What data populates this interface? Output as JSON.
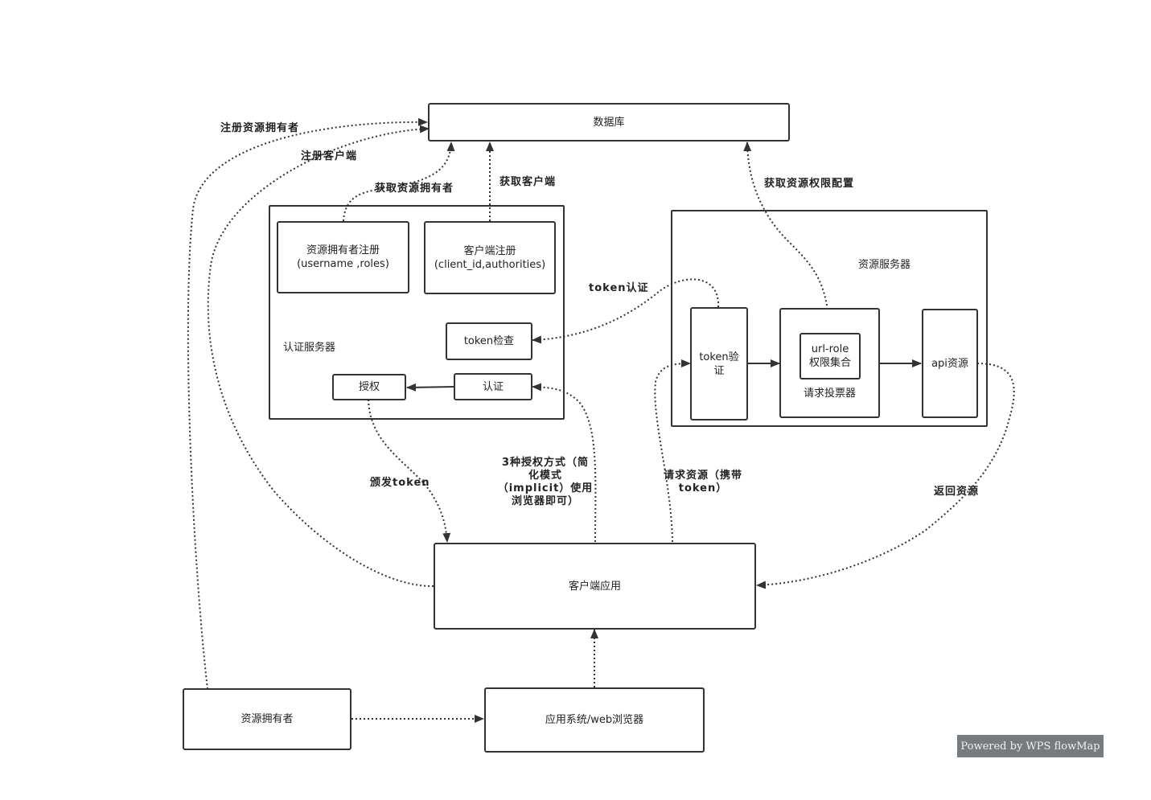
{
  "nodes": {
    "database": "数据库",
    "owner_register": "资源拥有者注册\n(username  ,roles)",
    "client_register": "客户端注册\n(client_id,authorities)",
    "auth_server": "认证服务器",
    "token_check": "token检查",
    "grant": "授权",
    "authenticate": "认证",
    "resource_server": "资源服务器",
    "token_verify": "token验\n证",
    "url_role": "url-role\n权限集合",
    "vote_manager": "请求投票器",
    "api_resource": "api资源",
    "client_app": "客户端应用",
    "resource_owner": "资源拥有者",
    "browser": "应用系统/web浏览器"
  },
  "edge_labels": {
    "register_owner": "注册资源拥有者",
    "register_client": "注册客户端",
    "get_owner": "获取资源拥有者",
    "get_client": "获取客户端",
    "get_permissions": "获取资源权限配置",
    "token_auth": "token认证",
    "issue_token": "颁发token",
    "grant_modes": "3种授权方式（简\n化模式\n（implicit）使用\n浏览器即可）",
    "request_resource": "请求资源（携带\ntoken）",
    "return_resource": "返回资源"
  },
  "footer": {
    "powered_by": "Powered by WPS flowMap"
  }
}
